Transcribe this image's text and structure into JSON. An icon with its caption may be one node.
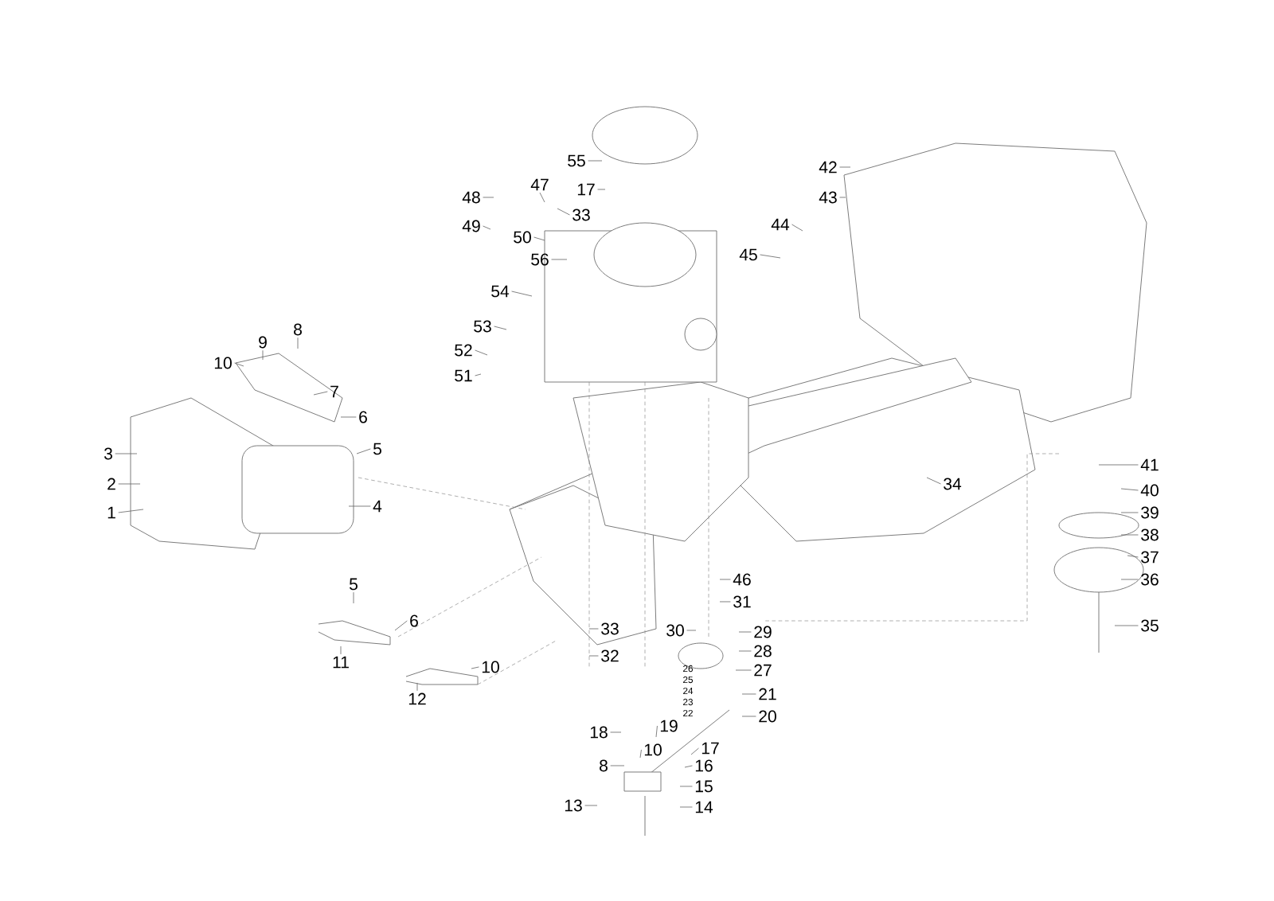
{
  "diagram": {
    "nodes": [
      {
        "text": [
          "1"
        ]
      },
      {
        "text": [
          "2"
        ]
      },
      {
        "text": [
          "3"
        ]
      },
      {
        "text": [
          "4"
        ]
      },
      {
        "text": [
          "5"
        ]
      },
      {
        "text": [
          "6"
        ]
      },
      {
        "text": [
          "7"
        ]
      },
      {
        "text": [
          "8"
        ]
      },
      {
        "text": [
          "9"
        ]
      },
      {
        "text": [
          "10"
        ]
      },
      {
        "text": [
          "11"
        ]
      },
      {
        "text": [
          "5"
        ]
      },
      {
        "text": [
          "6"
        ]
      },
      {
        "text": [
          "12"
        ]
      },
      {
        "text": [
          "10"
        ]
      },
      {
        "text": [
          "55"
        ]
      },
      {
        "text": [
          "17"
        ]
      },
      {
        "text": [
          "47"
        ]
      },
      {
        "text": [
          "33"
        ]
      },
      {
        "text": [
          "48"
        ]
      },
      {
        "text": [
          "49"
        ]
      },
      {
        "text": [
          "50"
        ]
      },
      {
        "text": [
          "56"
        ]
      },
      {
        "text": [
          "54"
        ]
      },
      {
        "text": [
          "53"
        ]
      },
      {
        "text": [
          "52"
        ]
      },
      {
        "text": [
          "51"
        ]
      },
      {
        "text": [
          "42"
        ]
      },
      {
        "text": [
          "43"
        ]
      },
      {
        "text": [
          "44"
        ]
      },
      {
        "text": [
          "45"
        ]
      },
      {
        "text": [
          "34"
        ]
      },
      {
        "text": [
          "41"
        ]
      },
      {
        "text": [
          "40"
        ]
      },
      {
        "text": [
          "39"
        ]
      },
      {
        "text": [
          "38"
        ]
      },
      {
        "text": [
          "37"
        ]
      },
      {
        "text": [
          "36"
        ]
      },
      {
        "text": [
          "35"
        ]
      },
      {
        "text": [
          "46"
        ]
      },
      {
        "text": [
          "31"
        ]
      },
      {
        "text": [
          "30"
        ]
      },
      {
        "text": [
          "29"
        ]
      },
      {
        "text": [
          "28"
        ]
      },
      {
        "text": [
          "27"
        ]
      },
      {
        "text": [
          "33"
        ]
      },
      {
        "text": [
          "32"
        ]
      },
      {
        "text": [
          "21"
        ]
      },
      {
        "text": [
          "20"
        ]
      },
      {
        "text": [
          "18"
        ]
      },
      {
        "text": [
          "19"
        ]
      },
      {
        "text": [
          "8"
        ]
      },
      {
        "text": [
          "10"
        ]
      },
      {
        "text": [
          "17"
        ]
      },
      {
        "text": [
          "16"
        ]
      },
      {
        "text": [
          "15"
        ]
      },
      {
        "text": [
          "14"
        ]
      },
      {
        "text": [
          "13"
        ]
      }
    ],
    "edges": [
      {
        "from": 0,
        "to": null,
        "arrow": "none"
      },
      {
        "from": 1,
        "to": null,
        "arrow": "none"
      },
      {
        "from": 2,
        "to": null,
        "arrow": "none"
      },
      {
        "from": 3,
        "to": null,
        "arrow": "none"
      },
      {
        "from": 4,
        "to": null,
        "arrow": "none"
      },
      {
        "from": 5,
        "to": null,
        "arrow": "none"
      },
      {
        "from": 6,
        "to": null,
        "arrow": "none"
      },
      {
        "from": 7,
        "to": null,
        "arrow": "none"
      },
      {
        "from": 8,
        "to": null,
        "arrow": "none"
      },
      {
        "from": 9,
        "to": null,
        "arrow": "none"
      },
      {
        "from": 10,
        "to": null,
        "arrow": "none"
      },
      {
        "from": 11,
        "to": null,
        "arrow": "none"
      },
      {
        "from": 12,
        "to": null,
        "arrow": "none"
      },
      {
        "from": 13,
        "to": null,
        "arrow": "none"
      },
      {
        "from": 14,
        "to": null,
        "arrow": "none"
      },
      {
        "from": 15,
        "to": null,
        "arrow": "none"
      },
      {
        "from": 16,
        "to": null,
        "arrow": "none"
      },
      {
        "from": 17,
        "to": null,
        "arrow": "none"
      },
      {
        "from": 18,
        "to": null,
        "arrow": "none"
      },
      {
        "from": 19,
        "to": null,
        "arrow": "none"
      },
      {
        "from": 20,
        "to": null,
        "arrow": "none"
      },
      {
        "from": 21,
        "to": null,
        "arrow": "none"
      },
      {
        "from": 22,
        "to": null,
        "arrow": "none"
      },
      {
        "from": 23,
        "to": null,
        "arrow": "none"
      },
      {
        "from": 24,
        "to": null,
        "arrow": "none"
      },
      {
        "from": 25,
        "to": null,
        "arrow": "none"
      },
      {
        "from": 26,
        "to": null,
        "arrow": "none"
      },
      {
        "from": 27,
        "to": null,
        "arrow": "none"
      },
      {
        "from": 28,
        "to": null,
        "arrow": "none"
      },
      {
        "from": 29,
        "to": null,
        "arrow": "none"
      },
      {
        "from": 30,
        "to": null,
        "arrow": "none"
      },
      {
        "from": 31,
        "to": null,
        "arrow": "none"
      },
      {
        "from": 32,
        "to": null,
        "arrow": "none"
      },
      {
        "from": 33,
        "to": null,
        "arrow": "none"
      },
      {
        "from": 34,
        "to": null,
        "arrow": "none"
      },
      {
        "from": 35,
        "to": null,
        "arrow": "none"
      },
      {
        "from": 36,
        "to": null,
        "arrow": "none"
      },
      {
        "from": 37,
        "to": null,
        "arrow": "none"
      },
      {
        "from": 38,
        "to": null,
        "arrow": "none"
      },
      {
        "from": 39,
        "to": null,
        "arrow": "none"
      },
      {
        "from": 40,
        "to": null,
        "arrow": "none"
      },
      {
        "from": 41,
        "to": null,
        "arrow": "none"
      },
      {
        "from": 42,
        "to": null,
        "arrow": "none"
      },
      {
        "from": 43,
        "to": null,
        "arrow": "none"
      },
      {
        "from": 44,
        "to": null,
        "arrow": "none"
      },
      {
        "from": 45,
        "to": null,
        "arrow": "none"
      },
      {
        "from": 46,
        "to": null,
        "arrow": "none"
      },
      {
        "from": 47,
        "to": null,
        "arrow": "none"
      },
      {
        "from": 48,
        "to": null,
        "arrow": "none"
      },
      {
        "from": 49,
        "to": null,
        "arrow": "none"
      },
      {
        "from": 50,
        "to": null,
        "arrow": "none"
      },
      {
        "from": 51,
        "to": null,
        "arrow": "none"
      },
      {
        "from": 52,
        "to": null,
        "arrow": "none"
      },
      {
        "from": 53,
        "to": null,
        "arrow": "none"
      },
      {
        "from": 54,
        "to": null,
        "arrow": "none"
      },
      {
        "from": 55,
        "to": null,
        "arrow": "none"
      },
      {
        "from": 56,
        "to": null,
        "arrow": "none"
      },
      {
        "from": 57,
        "to": null,
        "arrow": "none"
      }
    ],
    "labels": [
      "26",
      "25",
      "24",
      "23",
      "22"
    ]
  }
}
